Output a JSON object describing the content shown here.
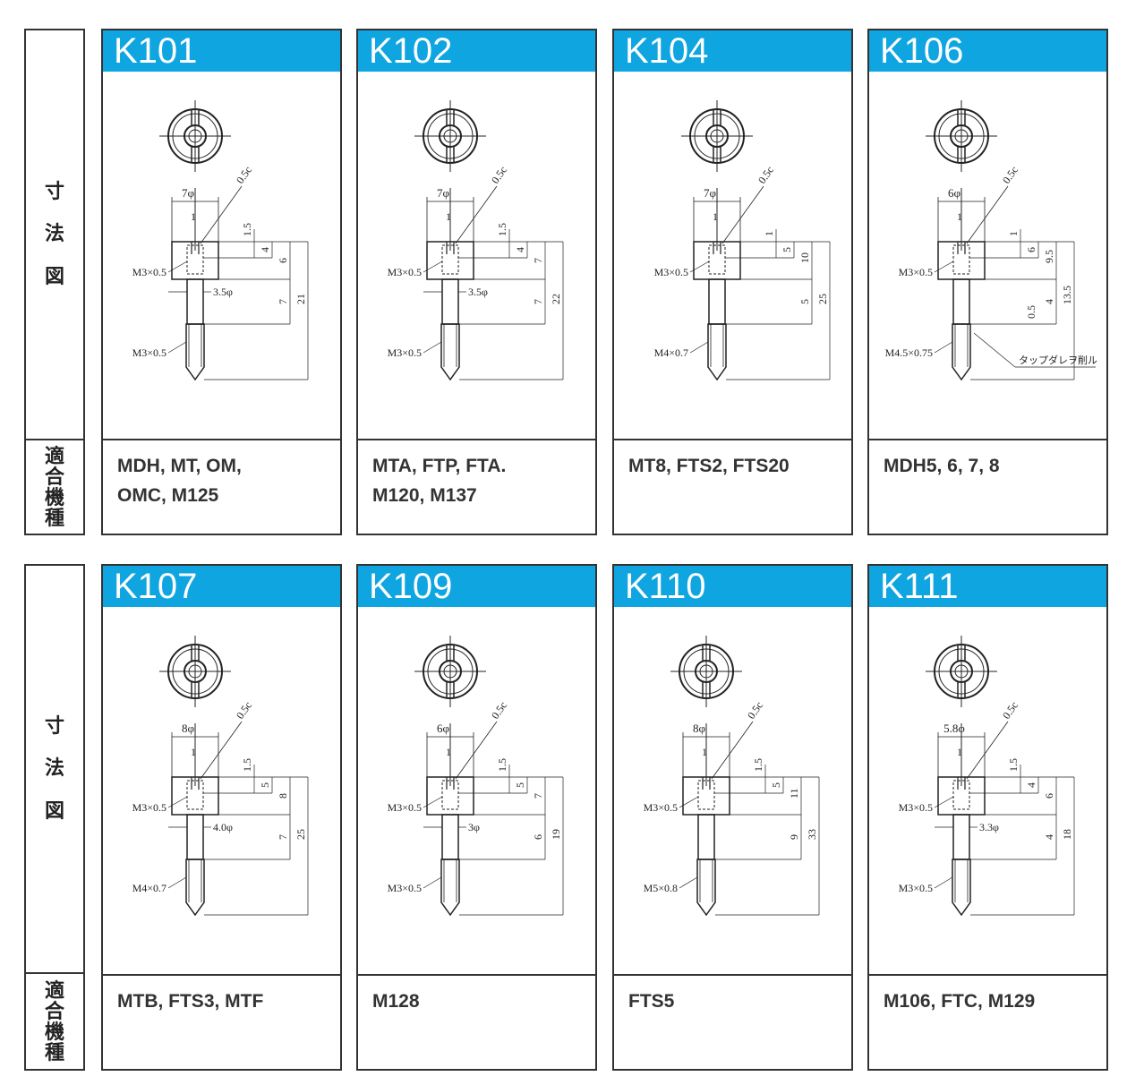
{
  "side_labels": {
    "dimension": [
      "寸",
      "法",
      "図"
    ],
    "models": [
      "適",
      "合",
      "機",
      "種"
    ]
  },
  "rows": [
    {
      "cards": [
        {
          "code": "K101",
          "models": "MDH, MT, OM,\nOMC, M125",
          "dims": {
            "top_dia": "7φ",
            "chamfer": "0.5c",
            "slot": "1",
            "d1": "1.5",
            "d2": "4",
            "d3": "6",
            "d4": "7",
            "total": "21",
            "neck_dia": "3.5φ",
            "thread_top": "M3×0.5",
            "thread_bottom": "M3×0.5"
          }
        },
        {
          "code": "K102",
          "models": "MTA, FTP, FTA.\nM120, M137",
          "dims": {
            "top_dia": "7φ",
            "chamfer": "0.5c",
            "slot": "1",
            "d1": "1.5",
            "d2": "4",
            "d3": "7",
            "d4": "7",
            "total": "22",
            "neck_dia": "3.5φ",
            "thread_top": "M3×0.5",
            "thread_bottom": "M3×0.5"
          }
        },
        {
          "code": "K104",
          "models": "MT8, FTS2, FTS20",
          "dims": {
            "top_dia": "7φ",
            "chamfer": "0.5c",
            "slot": "1",
            "d1": "1",
            "d2": "5",
            "d3": "10",
            "d4": "5",
            "total": "25",
            "neck_dia": "",
            "thread_top": "M3×0.5",
            "thread_bottom": "M4×0.7"
          }
        },
        {
          "code": "K106",
          "models": "MDH5, 6, 7, 8",
          "dims": {
            "top_dia": "6φ",
            "chamfer": "0.5c",
            "slot": "1",
            "d1": "1",
            "d2": "6",
            "d3": "9.5",
            "d4": "4",
            "d5": "0.5",
            "total": "13.5",
            "neck_dia": "",
            "thread_top": "M3×0.5",
            "thread_bottom": "M4.5×0.75",
            "note": "タップダレヲ削ル"
          }
        }
      ]
    },
    {
      "cards": [
        {
          "code": "K107",
          "models": "MTB, FTS3, MTF",
          "dims": {
            "top_dia": "8φ",
            "chamfer": "0.5c",
            "slot": "1",
            "d1": "1.5",
            "d2": "5",
            "d3": "8",
            "d4": "7",
            "total": "25",
            "neck_dia": "4.0φ",
            "thread_top": "M3×0.5",
            "thread_bottom": "M4×0.7"
          }
        },
        {
          "code": "K109",
          "models": "M128",
          "dims": {
            "top_dia": "6φ",
            "chamfer": "0.5c",
            "slot": "1",
            "d1": "1.5",
            "d2": "5",
            "d3": "7",
            "d4": "6",
            "total": "19",
            "neck_dia": "3φ",
            "thread_top": "M3×0.5",
            "thread_bottom": "M3×0.5"
          }
        },
        {
          "code": "K110",
          "models": "FTS5",
          "dims": {
            "top_dia": "8φ",
            "chamfer": "0.5c",
            "slot": "1",
            "d1": "1.5",
            "d2": "5",
            "d3": "11",
            "d4": "9",
            "total": "33",
            "neck_dia": "",
            "thread_top": "M3×0.5",
            "thread_bottom": "M5×0.8"
          }
        },
        {
          "code": "K111",
          "models": "M106, FTC, M129",
          "dims": {
            "top_dia": "5.8φ",
            "chamfer": "0.5c",
            "slot": "1",
            "d1": "1.5",
            "d2": "4",
            "d3": "6",
            "d4": "4",
            "total": "18",
            "neck_dia": "3.3φ",
            "thread_top": "M3×0.5",
            "thread_bottom": "M3×0.5"
          }
        }
      ]
    }
  ]
}
